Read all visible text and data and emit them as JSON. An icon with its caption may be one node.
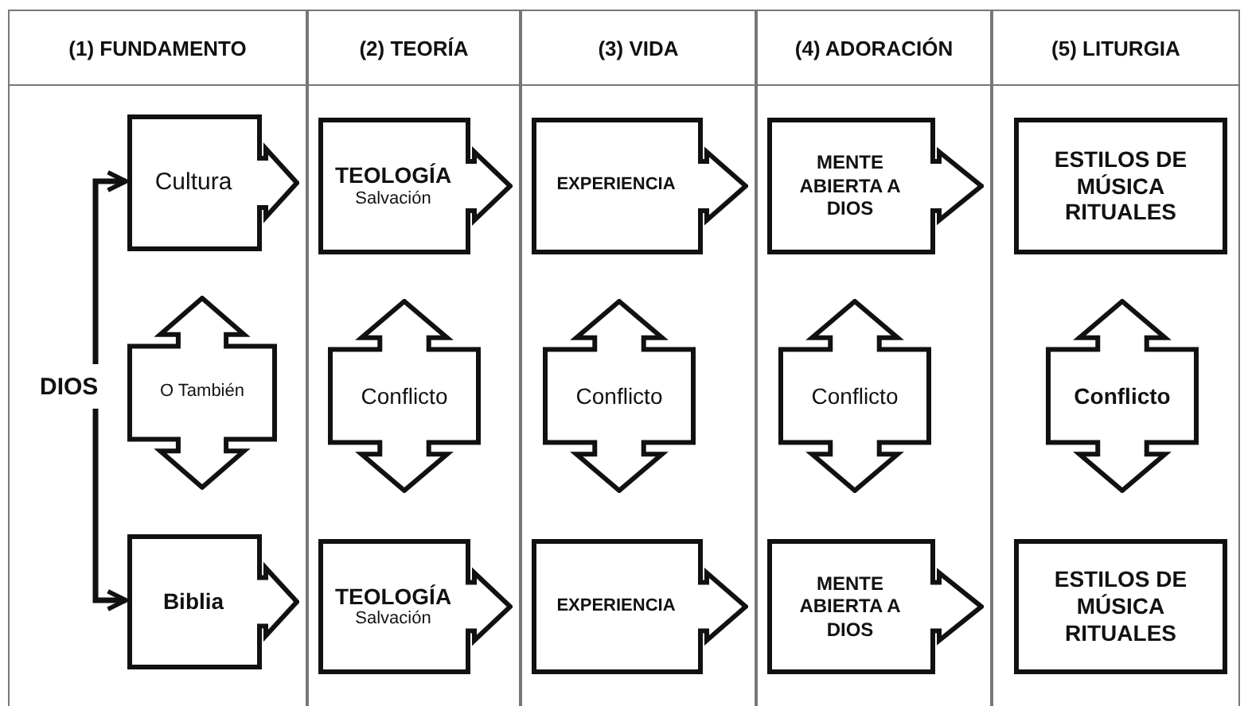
{
  "diagram": {
    "nodes": [
      {
        "text": [
          "(1) FUNDAMENTO"
        ]
      },
      {
        "text": [
          "DIOS"
        ],
        "in": 0
      },
      {
        "text": [
          "Cultura"
        ],
        "in": 0
      },
      {
        "text": [
          "O También"
        ],
        "in": 0
      },
      {
        "text": [
          "Biblia"
        ],
        "in": 0
      },
      {
        "text": [
          "(2) TEORÍA"
        ]
      },
      {
        "text": [
          "TEOLOGÍA",
          "Salvación"
        ],
        "in": 5
      },
      {
        "text": [
          "Conflicto"
        ],
        "in": 5
      },
      {
        "text": [
          "TEOLOGÍA",
          "Salvación"
        ],
        "in": 5
      },
      {
        "text": [
          "(3) VIDA"
        ]
      },
      {
        "text": [
          "EXPERIENCIA"
        ],
        "in": 9
      },
      {
        "text": [
          "Conflicto"
        ],
        "in": 9
      },
      {
        "text": [
          "EXPERIENCIA"
        ],
        "in": 9
      },
      {
        "text": [
          "(4) ADORACIÓN"
        ]
      },
      {
        "text": [
          "MENTE ABIERTA A DIOS"
        ],
        "in": 13
      },
      {
        "text": [
          "Conflicto"
        ],
        "in": 13
      },
      {
        "text": [
          "MENTE ABIERTA A DIOS"
        ],
        "in": 13
      },
      {
        "text": [
          "(5) LITURGIA"
        ]
      },
      {
        "text": [
          "ESTILOS DE MÚSICA RITUALES"
        ],
        "in": 17
      },
      {
        "text": [
          "Conflicto"
        ],
        "in": 17
      },
      {
        "text": [
          "ESTILOS DE MÚSICA RITUALES"
        ],
        "in": 17
      }
    ],
    "edges": [
      {
        "from": 1,
        "to": 2,
        "arrow": "to"
      },
      {
        "from": 1,
        "to": 4,
        "arrow": "to"
      }
    ]
  }
}
